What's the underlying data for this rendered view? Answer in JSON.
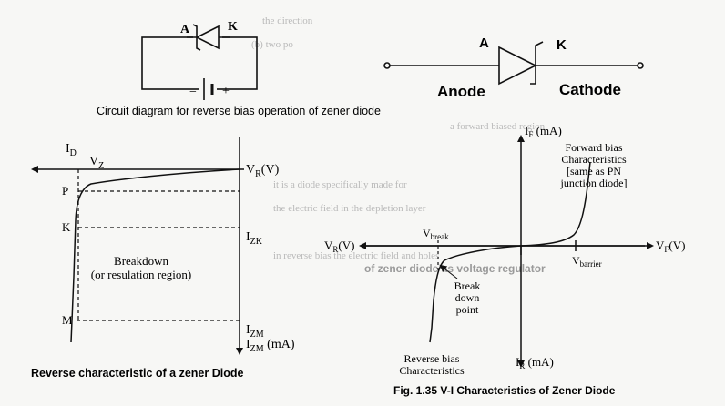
{
  "circuit": {
    "anode_label": "A",
    "cathode_label": "K",
    "minus": "−",
    "plus": "+",
    "caption": "Circuit diagram for reverse bias operation of  zener diode"
  },
  "symbol": {
    "anode_letter": "A",
    "cathode_letter": "K",
    "anode_word": "Anode",
    "cathode_word": "Cathode"
  },
  "reverse_char": {
    "id_label": "I",
    "id_sub": "D",
    "vz_label": "V",
    "vz_sub": "Z",
    "vr_label": "V",
    "vr_sub": "R",
    "vr_unit": "(V)",
    "point_p": "P",
    "point_k": "K",
    "point_m": "M",
    "izk_label": "I",
    "izk_sub": "ZK",
    "izm_label": "I",
    "izm_sub": "ZM",
    "izm_axis_label": "I",
    "izm_axis_sub": "ZM",
    "izm_axis_unit": " (mA)",
    "breakdown_line1": "Breakdown",
    "breakdown_line2": "(or resulation region)",
    "caption": "Reverse characteristic  of  a  zener  Diode"
  },
  "vi_char": {
    "if_label": "I",
    "if_sub": "F",
    "if_unit": " (mA)",
    "ir_label": "I",
    "ir_sub": "R",
    "ir_unit": " (mA)",
    "vf_label": "V",
    "vf_sub": "F",
    "vf_unit": "(V)",
    "vr_label": "V",
    "vr_sub": "R",
    "vr_unit": "(V)",
    "vbreak_label": "V",
    "vbreak_sub": "break",
    "vbarrier_label": "V",
    "vbarrier_sub": "barrier",
    "forward_line1": "Forward bias",
    "forward_line2": "Characteristics",
    "forward_line3": "[same as PN",
    "forward_line4": "junction diode]",
    "breakpoint_line1": "Break",
    "breakpoint_line2": "down",
    "breakpoint_line3": "point",
    "reverse_line1": "Reverse bias",
    "reverse_line2": "Characteristics",
    "caption": "Fig. 1.35  V-I  Characteristics  of  Zener  Diode"
  },
  "bleed_text": [
    "the direction",
    "(b) two po",
    "a forward biased region",
    "it is a diode specifically made for",
    "the electric field in the depletion layer",
    "in reverse bias the electric field and holes",
    "of zener diode as voltage regulator"
  ]
}
